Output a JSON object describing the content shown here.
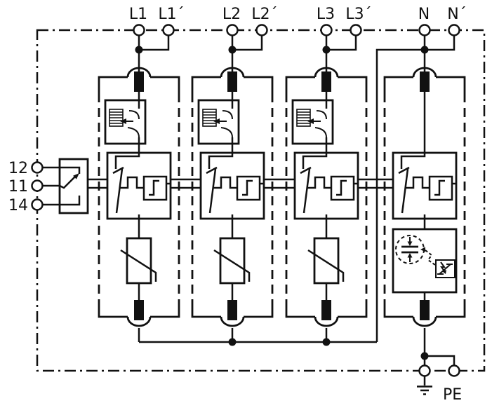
{
  "colors": {
    "line": "#111111",
    "background": "#ffffff"
  },
  "terminals": {
    "top": [
      {
        "label": "L1"
      },
      {
        "label": "L1´"
      },
      {
        "label": "L2"
      },
      {
        "label": "L2´"
      },
      {
        "label": "L3"
      },
      {
        "label": "L3´"
      },
      {
        "label": "N"
      },
      {
        "label": "N´"
      }
    ],
    "remote_signaling": [
      {
        "label": "12"
      },
      {
        "label": "11"
      },
      {
        "label": "14"
      }
    ],
    "protective_earth": {
      "label": "PE"
    }
  },
  "units": [
    {
      "id": "L1",
      "symbols": [
        "thermal-disconnector",
        "disconnection-indicator",
        "thermo-dynamic-switch",
        "varistor",
        "thermal-disconnector"
      ]
    },
    {
      "id": "L2",
      "symbols": [
        "thermal-disconnector",
        "disconnection-indicator",
        "thermo-dynamic-switch",
        "varistor",
        "thermal-disconnector"
      ]
    },
    {
      "id": "L3",
      "symbols": [
        "thermal-disconnector",
        "disconnection-indicator",
        "thermo-dynamic-switch",
        "varistor",
        "thermal-disconnector"
      ]
    },
    {
      "id": "N-PE",
      "symbols": [
        "thermal-disconnector",
        "thermo-dynamic-switch",
        "triggered-spark-gap",
        "thermal-disconnector"
      ]
    }
  ]
}
